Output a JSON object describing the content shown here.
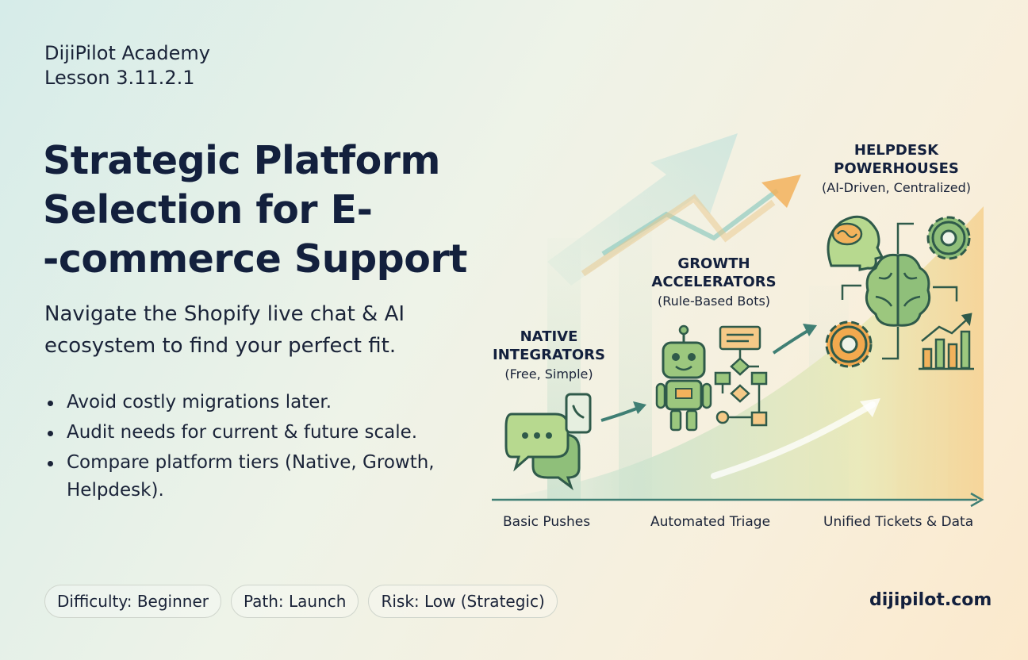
{
  "header": {
    "academy": "DijiPilot Academy",
    "lesson": "Lesson 3.11.2.1"
  },
  "title_lines": [
    "Strategic Platform",
    "Selection for E-",
    "-commerce Support"
  ],
  "subtitle": "Navigate the Shopify live chat & AI ecosystem to find your perfect fit.",
  "bullets": [
    "Avoid costly migrations later.",
    "Audit needs for current & future scale.",
    "Compare platform tiers (Native, Growth, Helpdesk)."
  ],
  "badges": [
    "Difficulty: Beginner",
    "Path: Launch",
    "Risk: Low (Strategic)"
  ],
  "site": "dijipilot.com",
  "tiers": [
    {
      "title": "NATIVE\nINTEGRATORS",
      "subtitle": "(Free, Simple)"
    },
    {
      "title": "GROWTH\nACCELERATORS",
      "subtitle": "(Rule-Based Bots)"
    },
    {
      "title": "HELPDESK\nPOWERHOUSES",
      "subtitle": "(AI-Driven, Centralized)"
    }
  ],
  "axis_labels": [
    "Basic Pushes",
    "Automated Triage",
    "Unified Tickets & Data"
  ],
  "colors": {
    "navy": "#13203d",
    "green": "#7fae5a",
    "teal": "#3f7f74",
    "orange": "#f2a94e"
  },
  "icons": [
    "chat-bubbles-icon",
    "phone-icon",
    "robot-icon",
    "flowchart-icon",
    "brain-icon",
    "head-icon",
    "gear-icon",
    "growth-chart-icon",
    "trend-arrow-icon"
  ]
}
